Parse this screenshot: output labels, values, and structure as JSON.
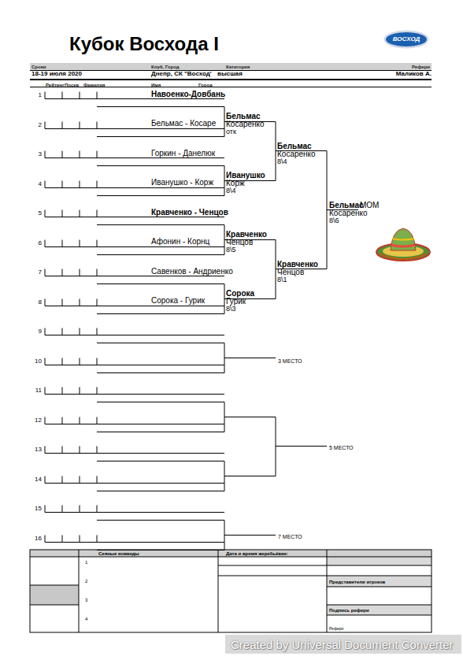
{
  "diagram": {
    "title": "Кубок Восхода I",
    "nodes": [
      {
        "text": [
          "ВОСХОД"
        ]
      },
      {
        "text": [
          "Сроки",
          "Клуб, Город",
          "Категория",
          "Рефери"
        ]
      },
      {
        "text": [
          "Рейтинг",
          "Посев",
          "Фамилия",
          "Имя",
          "Город"
        ]
      }
    ],
    "labels": [
      "18-19 июля 2020",
      "Днепр, СК \"Восход'",
      "высшая",
      "Маликов А.",
      "1",
      "2",
      "3",
      "4",
      "5",
      "6",
      "7",
      "8",
      "9",
      "10",
      "11",
      "12",
      "13",
      "14",
      "15",
      "16",
      "Навоенко-Довбань",
      "Бельмас - Косаре",
      "Горкин - Данелюк",
      "Иванушко - Корж",
      "Кравченко - Ченцов",
      "Афонин - Корнц",
      "Савенков - Андриенко",
      "Сорока - Гурик",
      "Бельмас",
      "Косаренко",
      "отк",
      "Иванушко",
      "Корж",
      "8\\4",
      "Кравченко",
      "Ченцов",
      "8\\5",
      "Сорока",
      "Гурик",
      "8\\3",
      "Бельмас",
      "Косаренко",
      "8\\4",
      "Кравченко",
      "Ченцов",
      "8\\1",
      "Бельмас",
      "Косаренко",
      "8\\6",
      "МОМ",
      "3 МЕСТО",
      "5 МЕСТО",
      "7 МЕСТО",
      "Сеяные команды",
      "1",
      "2",
      "3",
      "4",
      "Дата и время жеребьёвки:",
      "Представители игроков",
      "Подпись рефери",
      "Рефери",
      "Created by Universal Document Converter"
    ]
  }
}
